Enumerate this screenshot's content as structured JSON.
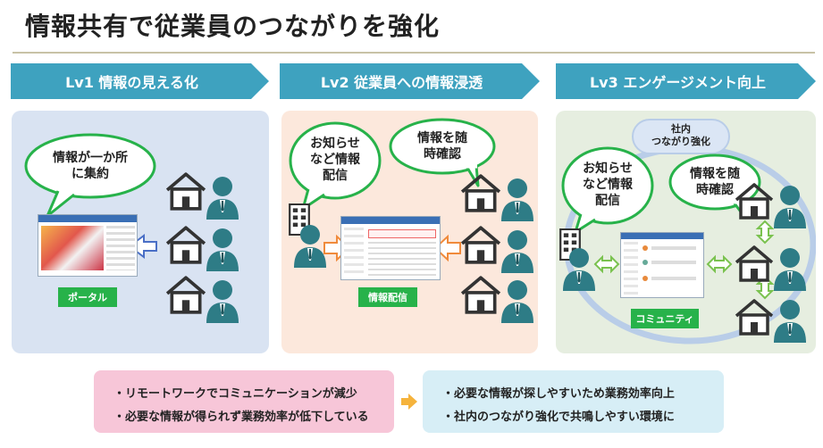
{
  "page_title": "情報共有で従業員のつながりを強化",
  "colors": {
    "header": "#3ea2bf",
    "panel1": "#d9e3f2",
    "panel2": "#fce8dc",
    "panel3": "#e6eee0",
    "accent_green": "#27b24a",
    "person": "#2e7c86",
    "arrow_blue": "#4a6fc6",
    "arrow_orange": "#f08a3b",
    "arrow_green": "#7ac24f"
  },
  "levels": [
    {
      "heading": "Lv1 情報の見える化",
      "bubbles": [
        "情報が一か所\nに集約"
      ],
      "tag": "ポータル"
    },
    {
      "heading": "Lv2 従業員への情報浸透",
      "bubbles": [
        "お知らせ\nなど情報\n配信",
        "情報を随\n時確認"
      ],
      "tag": "情報配信"
    },
    {
      "heading": "Lv3 エンゲージメント向上",
      "circle_label": "社内\nつながり強化",
      "bubbles": [
        "お知らせ\nなど情報\n配信",
        "情報を随\n時確認"
      ],
      "tag": "コミュニティ"
    }
  ],
  "bottom": {
    "before": [
      "・リモートワークでコミュニケーションが減少",
      "・必要な情報が得られず業務効率が低下している"
    ],
    "after": [
      "・必要な情報が探しやすいため業務効率向上",
      "・社内のつながり強化で共鳴しやすい環境に"
    ]
  }
}
